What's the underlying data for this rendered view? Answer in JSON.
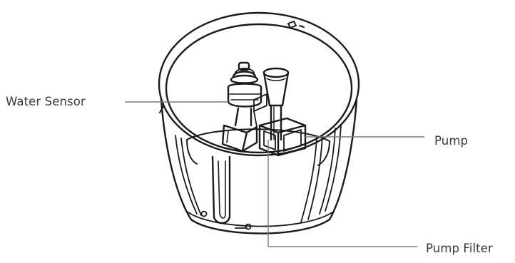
{
  "labels": {
    "water_sensor": "Water Sensor",
    "pump": "Pump",
    "pump_filter": "Pump Filter"
  },
  "colors": {
    "line_art": "#1a1a1a",
    "leader_line": "#7a7a7a",
    "label_text": "#3a3a3a",
    "background": "#ffffff"
  }
}
